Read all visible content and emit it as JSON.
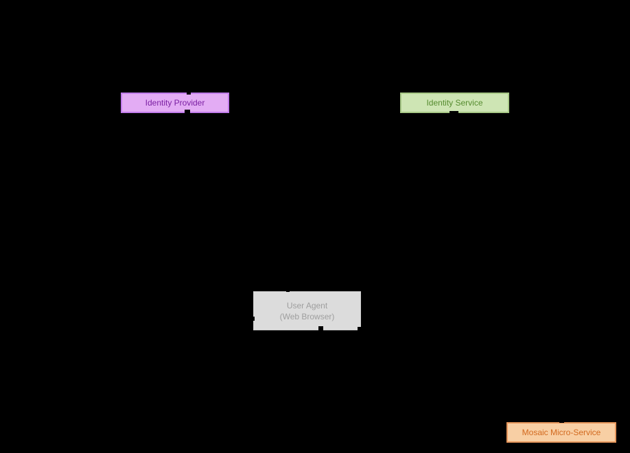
{
  "page": {
    "background_color": "#000000",
    "description": "Sequence diagram participants on black background; connector lines and message text are black and not visible"
  },
  "diagram": {
    "nodes": [
      {
        "name": "identity-provider",
        "label": "Identity Provider",
        "fill": "#e3acf4",
        "border": "#c17ceb",
        "text_color": "#7a1fa2"
      },
      {
        "name": "identity-service",
        "label": "Identity Service",
        "fill": "#cee5b4",
        "border": "#a8c986",
        "text_color": "#558b2f"
      },
      {
        "name": "user-agent",
        "label_line1": "User Agent",
        "label_line2": "(Web Browser)",
        "fill": "#dcdcdc",
        "border": "#cfcfcf",
        "text_color": "#9e9e9e"
      },
      {
        "name": "mosaic-micro-service",
        "label": "Mosaic Micro-Service",
        "fill": "#f8cfa4",
        "border": "#e8975c",
        "text_color": "#d2691e"
      }
    ]
  }
}
